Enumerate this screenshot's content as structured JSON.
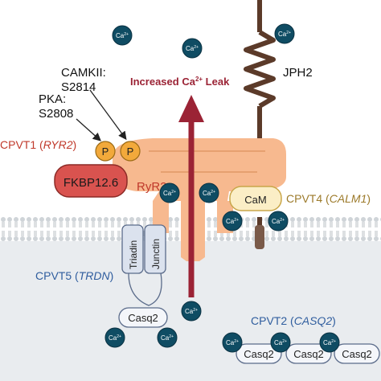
{
  "labels": {
    "camkii": "CAMKII:",
    "camkii_site": "S2814",
    "pka": "PKA:",
    "pka_site": "S2808",
    "leak_main": "Increased Ca",
    "leak_sup": "2+",
    "leak_tail": " Leak",
    "jph2": "JPH2",
    "cpvt1_prefix": "CPVT1 (",
    "cpvt1_gene": "RYR2",
    "cpvt1_suffix": ")",
    "fkbp": "FKBP12.6",
    "ryr2": "RyR2",
    "phospho": "P",
    "cam": "CaM",
    "cpvt4_prefix": "CPVT4 (",
    "cpvt4_gene": "CALM1",
    "cpvt4_suffix": ")",
    "triadin": "Triadin",
    "junctin": "Junctin",
    "cpvt5_prefix": "CPVT5 (",
    "cpvt5_gene": "TRDN",
    "cpvt5_suffix": ")",
    "casq2": "Casq2",
    "cpvt2_prefix": "CPVT2 (",
    "cpvt2_gene": "CASQ2",
    "cpvt2_suffix": ")",
    "ca_base": "Ca",
    "ca_sup": "2+"
  },
  "colors": {
    "ryr2_fill": "#f7b98f",
    "fkbp_fill": "#d9534f",
    "phospho_fill": "#f2a93b",
    "cam_fill": "#fbeec6",
    "ca_fill": "#0f4c63",
    "leak_arrow": "#9b2335",
    "jph2": "#5b3a29",
    "cpvt1_text": "#c0392b",
    "cpvt4_text": "#9c7a2a",
    "cpvt_blue": "#2f5d9e",
    "lumen_bg": "#e9ecef",
    "membrane": "#c7ccd1"
  }
}
